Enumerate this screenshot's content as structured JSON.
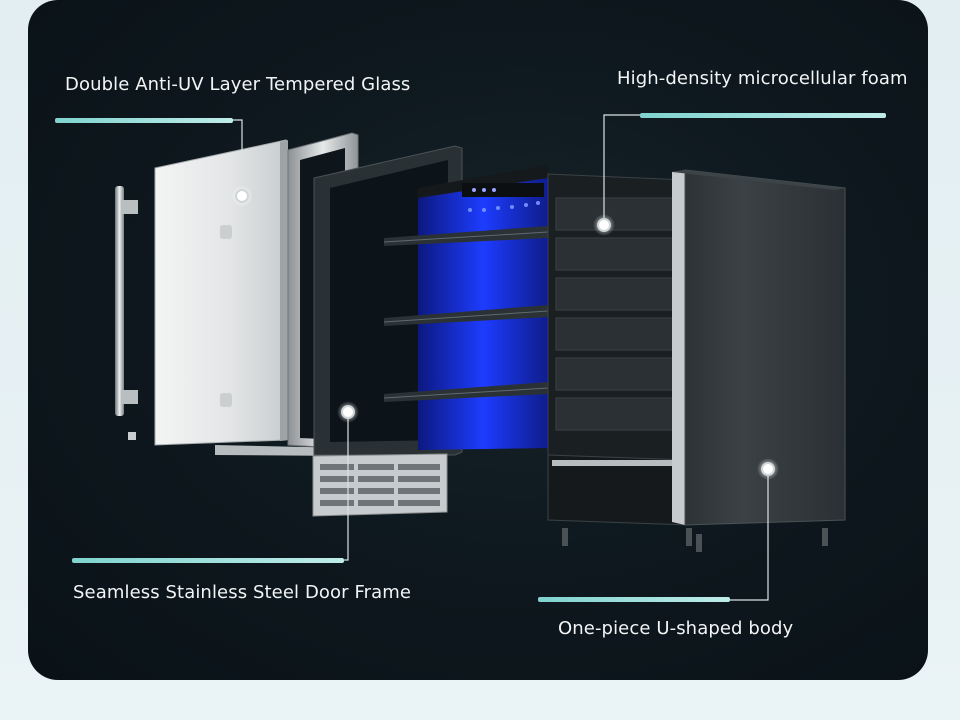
{
  "callouts": {
    "glass": "Double Anti-UV Layer Tempered Glass",
    "foam": "High-density microcellular foam",
    "frame": "Seamless Stainless Steel Door Frame",
    "body": "One-piece U-shaped body"
  },
  "colors": {
    "panel_background": "#0d171d",
    "page_background": "#e6f0f3",
    "accent_line": "#7fd3cf",
    "interior_blue": "#1d3cff",
    "label_text": "#f2f5f6"
  }
}
